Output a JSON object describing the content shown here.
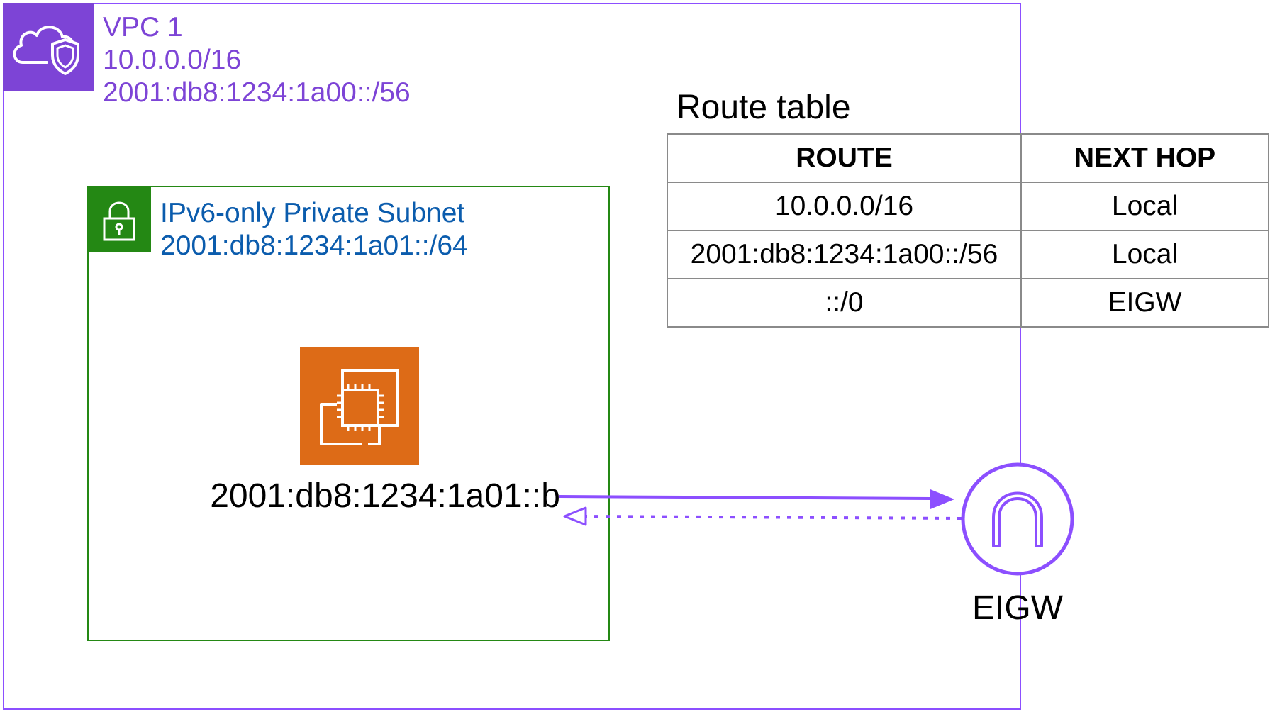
{
  "vpc": {
    "name": "VPC 1",
    "ipv4_cidr": "10.0.0.0/16",
    "ipv6_cidr": "2001:db8:1234:1a00::/56",
    "icon": "cloud-shield-icon",
    "color": "#7d44d6"
  },
  "subnet": {
    "name": "IPv6-only Private Subnet",
    "ipv6_cidr": "2001:db8:1234:1a01::/64",
    "icon": "lock-icon",
    "color": "#248814",
    "label_color": "#0b5cad"
  },
  "instance": {
    "icon": "ec2-instance-icon",
    "color": "#dd6b17",
    "ipv6_address": "2001:db8:1234:1a01::b"
  },
  "route_table": {
    "title": "Route table",
    "headers": [
      "ROUTE",
      "NEXT HOP"
    ],
    "rows": [
      [
        "10.0.0.0/16",
        "Local"
      ],
      [
        "2001:db8:1234:1a00::/56",
        "Local"
      ],
      [
        "::/0",
        "EIGW"
      ]
    ]
  },
  "eigw": {
    "label": "EIGW",
    "icon": "egress-only-internet-gateway-icon",
    "color": "#8c4fff"
  }
}
